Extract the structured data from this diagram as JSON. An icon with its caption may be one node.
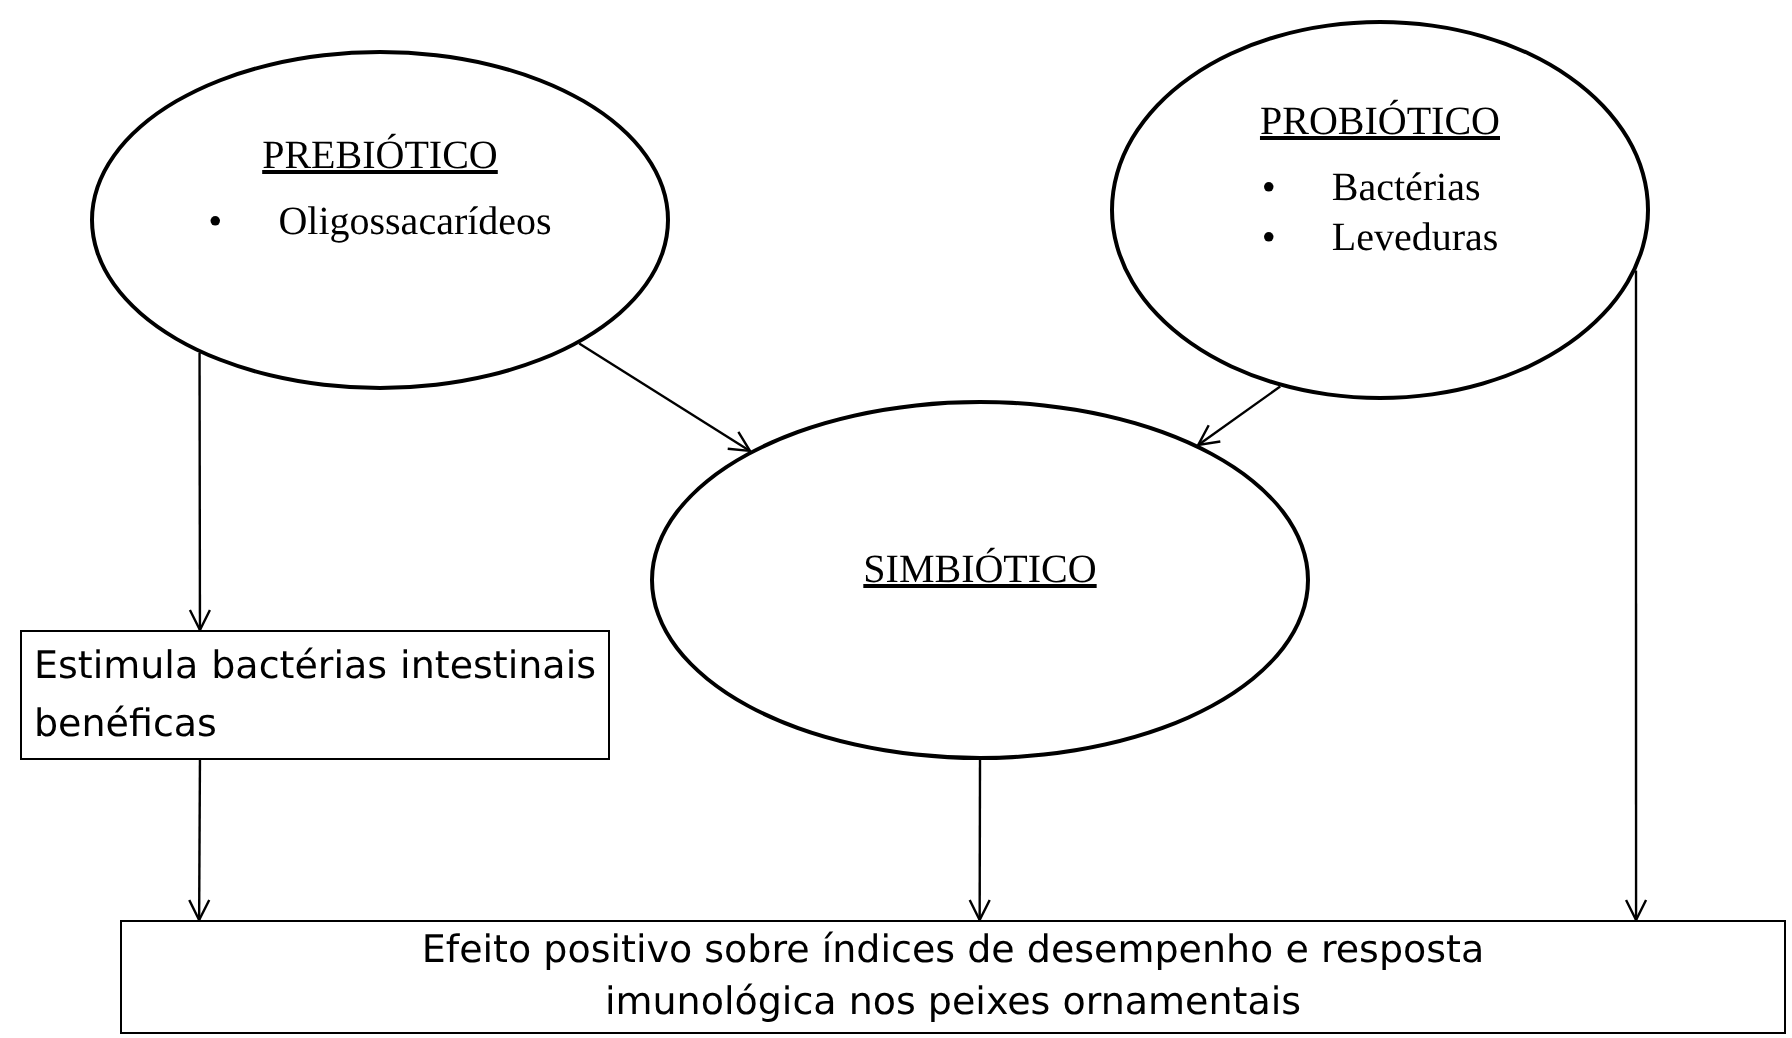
{
  "diagram": {
    "nodes": [
      {
        "text": [
          "PREBIÓTICO",
          "•",
          "Oligossacarídeos"
        ]
      },
      {
        "text": [
          "PROBIÓTICO",
          "•",
          "Bactérias",
          "•",
          "Leveduras"
        ]
      },
      {
        "text": [
          "SIMBIÓTICO"
        ]
      },
      {
        "text": [
          "Estimula bactérias intestinais benéficas"
        ]
      },
      {
        "text": [
          "Efeito positivo sobre índices de desempenho e resposta imunológica nos peixes ornamentais"
        ]
      }
    ],
    "edges": [
      {
        "from": 0,
        "to": 3,
        "arrow": "to"
      },
      {
        "from": 0,
        "to": 2,
        "arrow": "to"
      },
      {
        "from": 1,
        "to": 2,
        "arrow": "to"
      },
      {
        "from": 3,
        "to": 4,
        "arrow": "to"
      },
      {
        "from": 2,
        "to": 4,
        "arrow": "to"
      },
      {
        "from": 1,
        "to": 4,
        "arrow": "to"
      }
    ]
  }
}
